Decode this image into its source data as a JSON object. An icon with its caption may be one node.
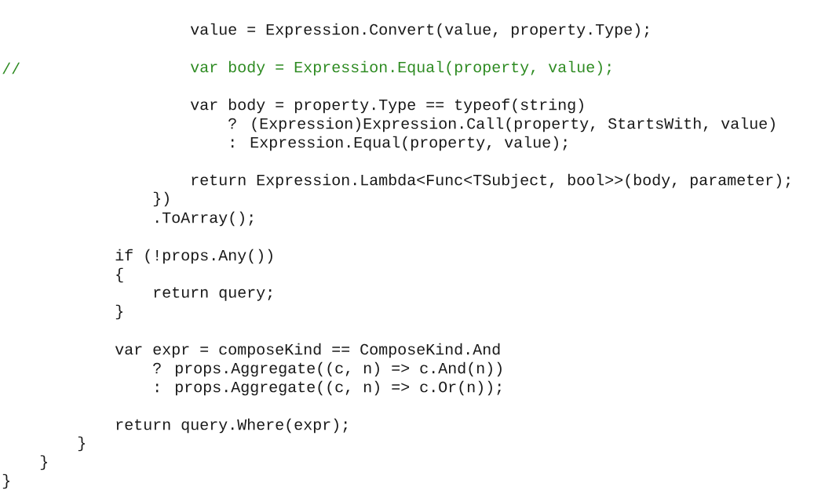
{
  "diagram": {
    "labels": [
      "value = Expression.Convert(value, property.Type);",
      "//",
      "var body = Expression.Equal(property, value);",
      "var body = property.Type == typeof(string)",
      "? (Expression)Expression.Call(property, StartsWith, value)",
      ": Expression.Equal(property, value);",
      "return Expression.Lambda<Func<TSubject, bool>>(body, parameter);",
      "})",
      ".ToArray();",
      "if (!props.Any())",
      "{",
      "return query;",
      "}",
      "var expr = composeKind == ComposeKind.And",
      "? props.Aggregate((c, n) => c.And(n))",
      ": props.Aggregate((c, n) => c.Or(n));",
      "return query.Where(expr);",
      "}",
      "}",
      "}"
    ]
  }
}
